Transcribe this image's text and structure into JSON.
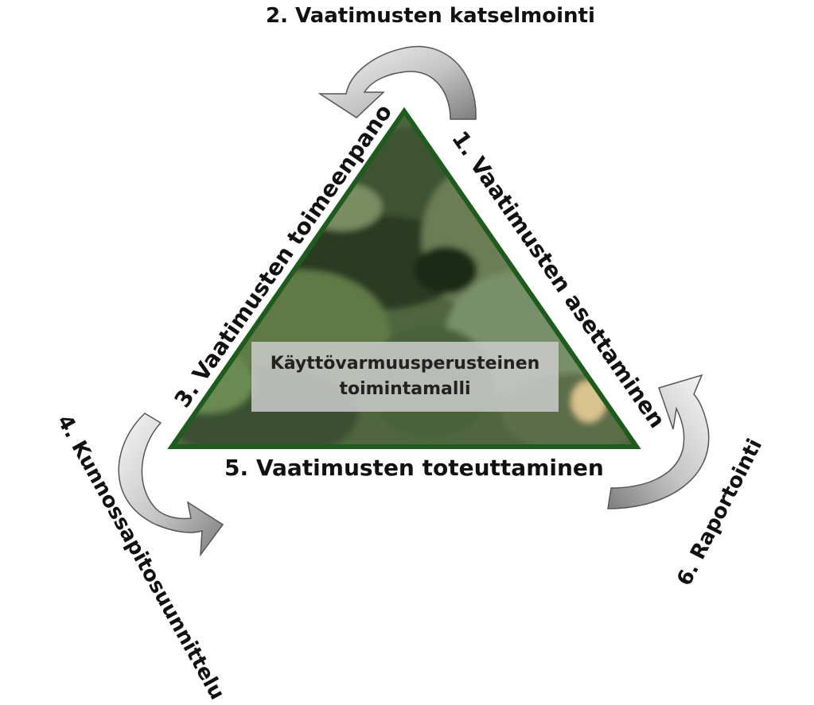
{
  "center": {
    "line1": "Käyttövarmuusperusteinen",
    "line2": "toimintamalli"
  },
  "steps": {
    "s1": "1. Vaatimusten asettaminen",
    "s2": "2. Vaatimusten katselmointi",
    "s3": "3. Vaatimusten toimeenpano",
    "s4": "4. Kunnossapitosuunnittelu",
    "s5": "5. Vaatimusten toteuttaminen",
    "s6": "6. Raportointi"
  },
  "colors": {
    "triangle_border": "#1e5c1e",
    "arrow_fill_light": "#f4f4f4",
    "arrow_fill_dark": "#8a8a8a",
    "arrow_stroke": "#555555",
    "camo_base": "#4f6640"
  },
  "icons": {
    "arrows": "curved-arrow-icon",
    "photo": "camouflage-soldiers-photo"
  }
}
